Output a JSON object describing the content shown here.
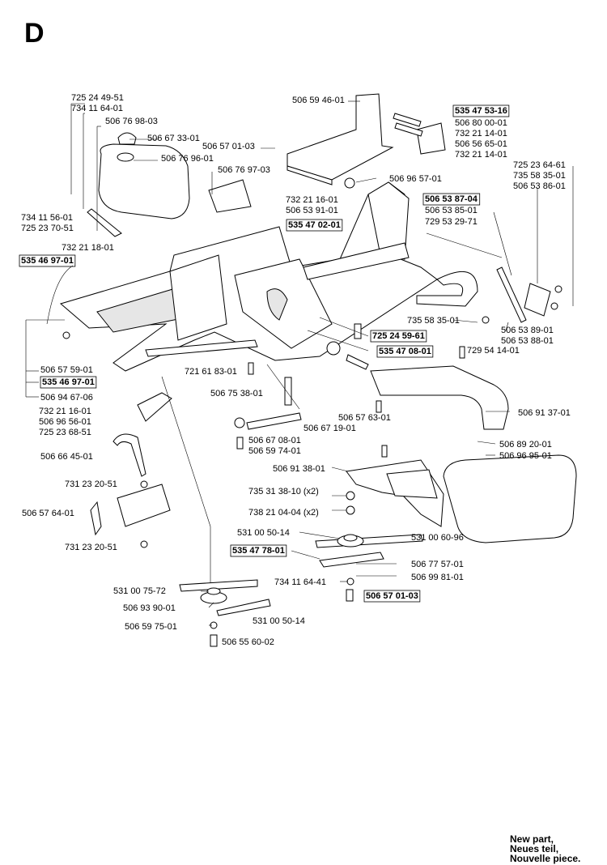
{
  "section": "D",
  "legend": [
    "New part,",
    "Neues teil,",
    "Nouvelle piece."
  ],
  "labels": [
    {
      "text": "725 24 49-51",
      "bold": false
    },
    {
      "text": "734 11 64-01",
      "bold": false
    },
    {
      "text": "506 76 98-03",
      "bold": false
    },
    {
      "text": "506 67 33-01",
      "bold": false
    },
    {
      "text": "506 76 96-01",
      "bold": false
    },
    {
      "text": "506 76 97-03",
      "bold": false
    },
    {
      "text": "506 57 01-03",
      "bold": false
    },
    {
      "text": "506 59 46-01",
      "bold": false
    },
    {
      "text": "535 47 53-16",
      "bold": true
    },
    {
      "text": "506 80 00-01",
      "bold": false
    },
    {
      "text": "732 21 14-01",
      "bold": false
    },
    {
      "text": "506 56 65-01",
      "bold": false
    },
    {
      "text": "732 21 14-01",
      "bold": false
    },
    {
      "text": "725 23 64-61",
      "bold": false
    },
    {
      "text": "735 58 35-01",
      "bold": false
    },
    {
      "text": "506 53 86-01",
      "bold": false
    },
    {
      "text": "506 53 87-04",
      "bold": true
    },
    {
      "text": "506 53 85-01",
      "bold": false
    },
    {
      "text": "729 53 29-71",
      "bold": false
    },
    {
      "text": "732 21 16-01",
      "bold": false
    },
    {
      "text": "506 96 57-01",
      "bold": false
    },
    {
      "text": "506 53 91-01",
      "bold": false
    },
    {
      "text": "535 47 02-01",
      "bold": true
    },
    {
      "text": "734 11 56-01",
      "bold": false
    },
    {
      "text": "725 23 70-51",
      "bold": false
    },
    {
      "text": "732 21 18-01",
      "bold": false
    },
    {
      "text": "535 46 97-01",
      "bold": true
    },
    {
      "text": "735 58 35-01",
      "bold": false
    },
    {
      "text": "725 24 59-61",
      "bold": true
    },
    {
      "text": "506 53 89-01",
      "bold": false
    },
    {
      "text": "506 53 88-01",
      "bold": false
    },
    {
      "text": "535 47 08-01",
      "bold": true
    },
    {
      "text": "729 54 14-01",
      "bold": false
    },
    {
      "text": "721 61 83-01",
      "bold": false
    },
    {
      "text": "506 57 59-01",
      "bold": false
    },
    {
      "text": "535 46 97-01",
      "bold": true
    },
    {
      "text": "506 94 67-06",
      "bold": false
    },
    {
      "text": "506 75 38-01",
      "bold": false
    },
    {
      "text": "732 21 16-01",
      "bold": false
    },
    {
      "text": "506 96 56-01",
      "bold": false
    },
    {
      "text": "725 23 68-51",
      "bold": false
    },
    {
      "text": "506 67 19-01",
      "bold": false
    },
    {
      "text": "506 57 63-01",
      "bold": false
    },
    {
      "text": "506 91 37-01",
      "bold": false
    },
    {
      "text": "506 67 08-01",
      "bold": false
    },
    {
      "text": "506 59 74-01",
      "bold": false
    },
    {
      "text": "506 66 45-01",
      "bold": false
    },
    {
      "text": "506 89 20-01",
      "bold": false
    },
    {
      "text": "506 96 95-01",
      "bold": false
    },
    {
      "text": "506 91 38-01",
      "bold": false
    },
    {
      "text": "731 23 20-51",
      "bold": false
    },
    {
      "text": "735 31 38-10 (x2)",
      "bold": false
    },
    {
      "text": "506 57 64-01",
      "bold": false
    },
    {
      "text": "738 21 04-04 (x2)",
      "bold": false
    },
    {
      "text": "531 00 50-14",
      "bold": false
    },
    {
      "text": "531 00 60-96",
      "bold": false
    },
    {
      "text": "731 23 20-51",
      "bold": false
    },
    {
      "text": "535 47 78-01",
      "bold": true
    },
    {
      "text": "506 77 57-01",
      "bold": false
    },
    {
      "text": "506 99 81-01",
      "bold": false
    },
    {
      "text": "734 11 64-41",
      "bold": false
    },
    {
      "text": "506 57 01-03",
      "bold": true
    },
    {
      "text": "531 00 75-72",
      "bold": false
    },
    {
      "text": "506 93 90-01",
      "bold": false
    },
    {
      "text": "531 00 50-14",
      "bold": false
    },
    {
      "text": "506 59 75-01",
      "bold": false
    },
    {
      "text": "506 55 60-02",
      "bold": false
    }
  ]
}
